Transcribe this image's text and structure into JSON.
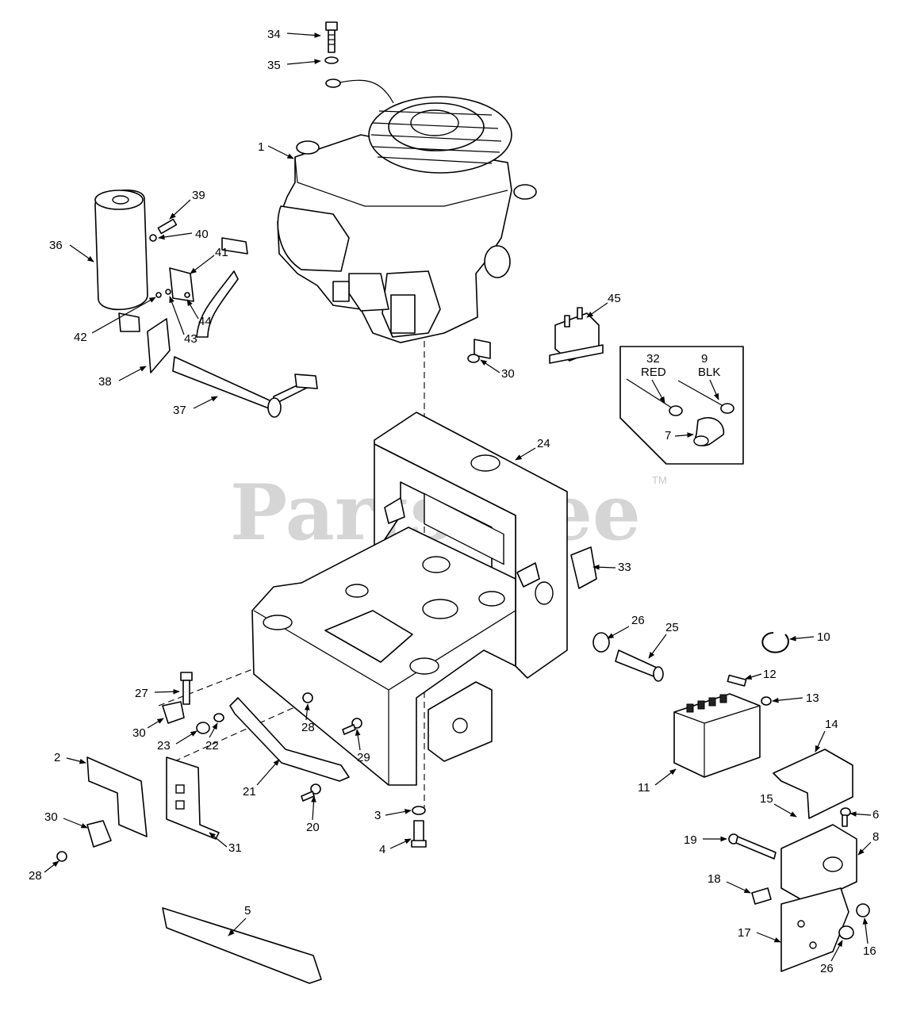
{
  "watermark": {
    "text": "PartsTree",
    "trademark": "TM"
  },
  "inset": {
    "red_number": "32",
    "red_label": "RED",
    "blk_number": "9",
    "blk_label": "BLK",
    "boot_number": "7"
  },
  "callouts": {
    "c1": "1",
    "c2": "2",
    "c3": "3",
    "c4": "4",
    "c5": "5",
    "c6": "6",
    "c8": "8",
    "c10": "10",
    "c11": "11",
    "c12": "12",
    "c13": "13",
    "c14": "14",
    "c15": "15",
    "c16": "16",
    "c17": "17",
    "c18": "18",
    "c19": "19",
    "c20": "20",
    "c21": "21",
    "c22": "22",
    "c23": "23",
    "c24": "24",
    "c25": "25",
    "c26a": "26",
    "c26b": "26",
    "c27": "27",
    "c28a": "28",
    "c28b": "28",
    "c29": "29",
    "c30a": "30",
    "c30b": "30",
    "c30c": "30",
    "c31": "31",
    "c33": "33",
    "c34": "34",
    "c35": "35",
    "c36": "36",
    "c37": "37",
    "c38": "38",
    "c39": "39",
    "c40": "40",
    "c41": "41",
    "c42": "42",
    "c43": "43",
    "c44": "44",
    "c45": "45"
  }
}
